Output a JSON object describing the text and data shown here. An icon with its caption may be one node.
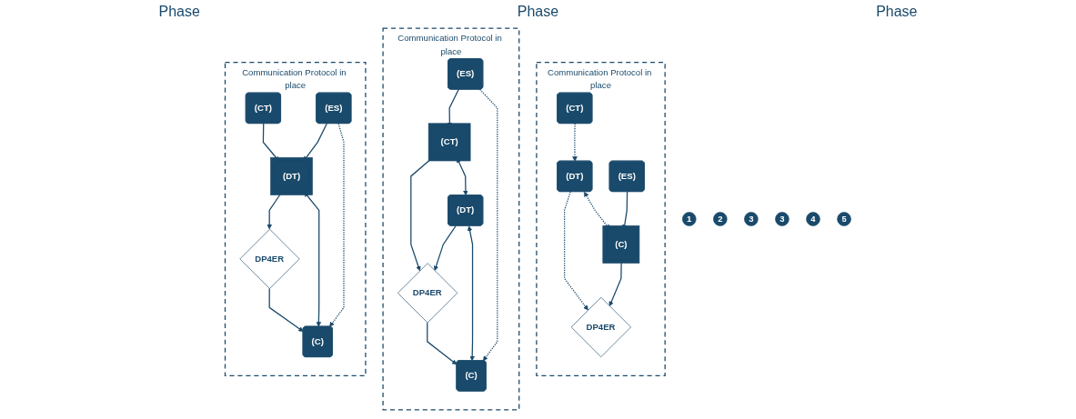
{
  "diagram": {
    "nodes": [
      {
        "text": [
          "Communication Protocol in place"
        ]
      },
      {
        "text": [
          "1"
        ]
      },
      {
        "text": [
          "2"
        ]
      },
      {
        "text": [
          "3"
        ]
      },
      {
        "text": [
          "(DT)"
        ],
        "in": 0
      },
      {
        "text": [
          "(CT)"
        ],
        "in": 0
      },
      {
        "text": [
          "(ES)"
        ],
        "in": 0
      },
      {
        "text": [
          "DP4ER"
        ],
        "in": 0
      },
      {
        "text": [
          "(C)"
        ],
        "in": 0
      },
      {
        "text": [
          "Communication Protocol in place"
        ]
      },
      {
        "text": [
          "3"
        ]
      },
      {
        "text": [
          "4"
        ]
      },
      {
        "text": [
          "(CT)"
        ],
        "in": 9
      },
      {
        "text": [
          "(ES)"
        ],
        "in": 9
      },
      {
        "text": [
          "(DT)"
        ],
        "in": 9
      },
      {
        "text": [
          "DP4ER"
        ],
        "in": 9
      },
      {
        "text": [
          "(C)"
        ],
        "in": 9
      },
      {
        "text": [
          "Communication Protocol in place"
        ]
      },
      {
        "text": [
          "5"
        ]
      },
      {
        "text": [
          "(CT)"
        ],
        "in": 17
      },
      {
        "text": [
          "(DT)"
        ],
        "in": 17
      },
      {
        "text": [
          "DP4ER"
        ],
        "in": 17
      },
      {
        "text": [
          "(C)"
        ],
        "in": 17
      },
      {
        "text": [
          "(ES)"
        ],
        "in": 17
      }
    ],
    "edges": [
      {
        "from": 5,
        "to": 4,
        "arrow": "to"
      },
      {
        "from": 6,
        "to": 4,
        "arrow": "to"
      },
      {
        "from": 4,
        "to": 7,
        "arrow": "to"
      },
      {
        "from": 7,
        "to": 8,
        "arrow": "to"
      },
      {
        "from": 4,
        "to": 8,
        "arrow": "both"
      },
      {
        "from": 6,
        "to": 8,
        "arrow": "to",
        "style": "dashed"
      },
      {
        "from": 13,
        "to": 12,
        "arrow": "to"
      },
      {
        "from": 12,
        "to": 15,
        "arrow": "to"
      },
      {
        "from": 12,
        "to": 14,
        "arrow": "both"
      },
      {
        "from": 14,
        "to": 15,
        "arrow": "to"
      },
      {
        "from": 14,
        "to": 16,
        "arrow": "both"
      },
      {
        "from": 15,
        "to": 16,
        "arrow": "to"
      },
      {
        "from": 13,
        "to": 16,
        "arrow": "to",
        "style": "dashed"
      },
      {
        "from": 19,
        "to": 20,
        "arrow": "to",
        "style": "dashed"
      },
      {
        "from": 20,
        "to": 21,
        "arrow": "to",
        "style": "dashed"
      },
      {
        "from": 20,
        "to": 22,
        "arrow": "both",
        "style": "dashed"
      },
      {
        "from": 22,
        "to": 21,
        "arrow": "to"
      },
      {
        "from": 23,
        "to": 22,
        "arrow": "to"
      }
    ],
    "labels": [
      "Phase",
      "Phase",
      "Phase"
    ]
  }
}
